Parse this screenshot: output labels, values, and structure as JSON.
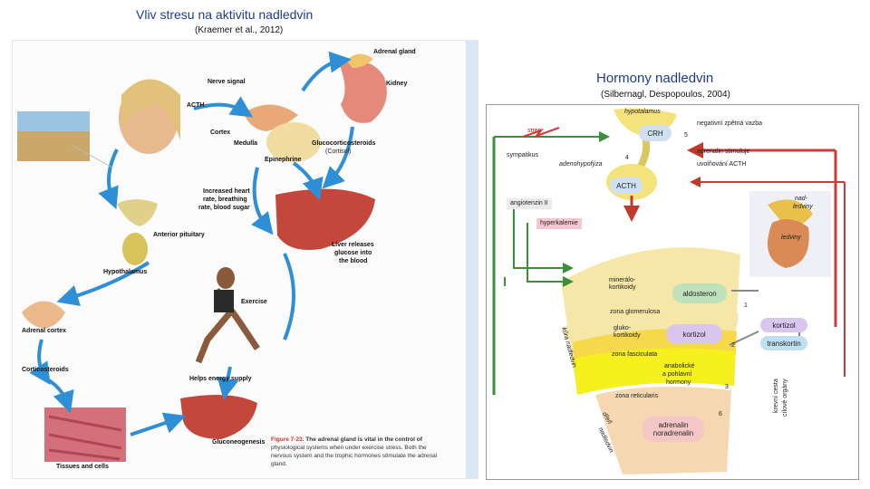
{
  "left_title": "Vliv stresu na aktivitu nadledvin",
  "left_citation": "(Kraemer et al., 2012)",
  "right_title": "Hormony nadledvin",
  "right_citation": "(Silbernagl, Despopoulos, 2004)",
  "left_figure": {
    "labels": {
      "adrenal_gland": "Adrenal gland",
      "nerve_signal": "Nerve signal",
      "kidney": "Kidney",
      "acth": "ACTH",
      "cortex": "Cortex",
      "medulla": "Medulla",
      "glucocorticosteroids": "Glucocorticosteroids",
      "cortisol": "(Cortisol)",
      "epinephrine": "Epinephrine",
      "increased_heart_1": "Increased heart",
      "increased_heart_2": "rate, breathing",
      "increased_heart_3": "rate, blood sugar",
      "anterior_pituitary": "Anterior pituitary",
      "hypothalamus": "Hypothalamus",
      "liver_releases_1": "Liver releases",
      "liver_releases_2": "glucose into",
      "liver_releases_3": "the blood",
      "exercise": "Exercise",
      "adrenal_cortex": "Adrenal cortex",
      "corticosteroids": "Corticosteroids",
      "helps_energy": "Helps energy supply",
      "gluconeogenesis": "Gluconeogenesis",
      "tissues": "Tissues and cells"
    },
    "caption_number": "Figure 7-23.",
    "caption_line1": "The adrenal gland is vital in the control of",
    "caption_line2": "physiological systems when under exercise stress. Both the",
    "caption_line3": "nervous system and the trophic hormones stimulate the adrenal",
    "caption_line4": "gland."
  },
  "right_figure": {
    "hypotalamus": "hypotalamus",
    "stres": "stres",
    "crh": "CRH",
    "num5": "5",
    "negativni": "negativní zpětná vazba",
    "sympatikus": "sympatikus",
    "adrenalin_stim": "adrenalin stimuluje",
    "uvolnovani": "uvolňování ACTH",
    "adenohypofyza": "adenohypofýza",
    "num4": "4",
    "acth": "ACTH",
    "angiotenzin": "angiotenzin II",
    "hyperkalemie": "hyperkalemie",
    "nadledviny_1": "nad-",
    "nadledviny_2": "ledviny",
    "ledviny": "ledviny",
    "mineralo_1": "minerálo-",
    "mineralo_2": "kortikoidy",
    "aldosteron": "aldosteron",
    "zona_glom": "zona glomerulosa",
    "num1": "1",
    "kura": "kůra nadledvin",
    "gluko_1": "gluko-",
    "gluko_2": "kortikoidy",
    "kortizol": "kortizol",
    "kortizol2": "kortizol",
    "transkortin": "transkortin",
    "zona_fasc": "zona fasciculata",
    "num2": "2",
    "anabolicke_1": "anabolické",
    "anabolicke_2": "a pohlavní",
    "anabolicke_3": "hormony",
    "num3": "3",
    "krevni_1": "krevní cesta",
    "krevni_2": "cílové orgány",
    "zona_ret": "zona reticularis",
    "dren": "dřeň",
    "nadledvin": "nadledvin",
    "num6": "6",
    "adrenalin_1": "adrenalin",
    "adrenalin_2": "noradrenalin"
  }
}
